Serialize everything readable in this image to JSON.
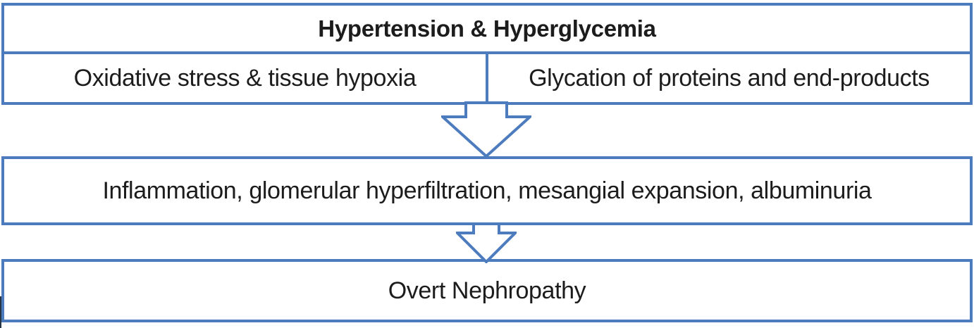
{
  "diagram": {
    "top_box": {
      "title": "Hypertension & Hyperglycemia",
      "cells": [
        {
          "label": "Oxidative stress & tissue hypoxia"
        },
        {
          "label": "Glycation of proteins and end-products"
        }
      ]
    },
    "middle_box": {
      "label": "Inflammation, glomerular hyperfiltration, mesangial expansion, albuminuria"
    },
    "bottom_box": {
      "label": "Overt Nephropathy"
    },
    "icons": {
      "arrow_1": "down-arrow-icon",
      "arrow_2": "down-arrow-icon"
    },
    "colors": {
      "border_blue": "#4d7cbe",
      "text": "#1c1c1c",
      "background": "#ffffff"
    }
  }
}
